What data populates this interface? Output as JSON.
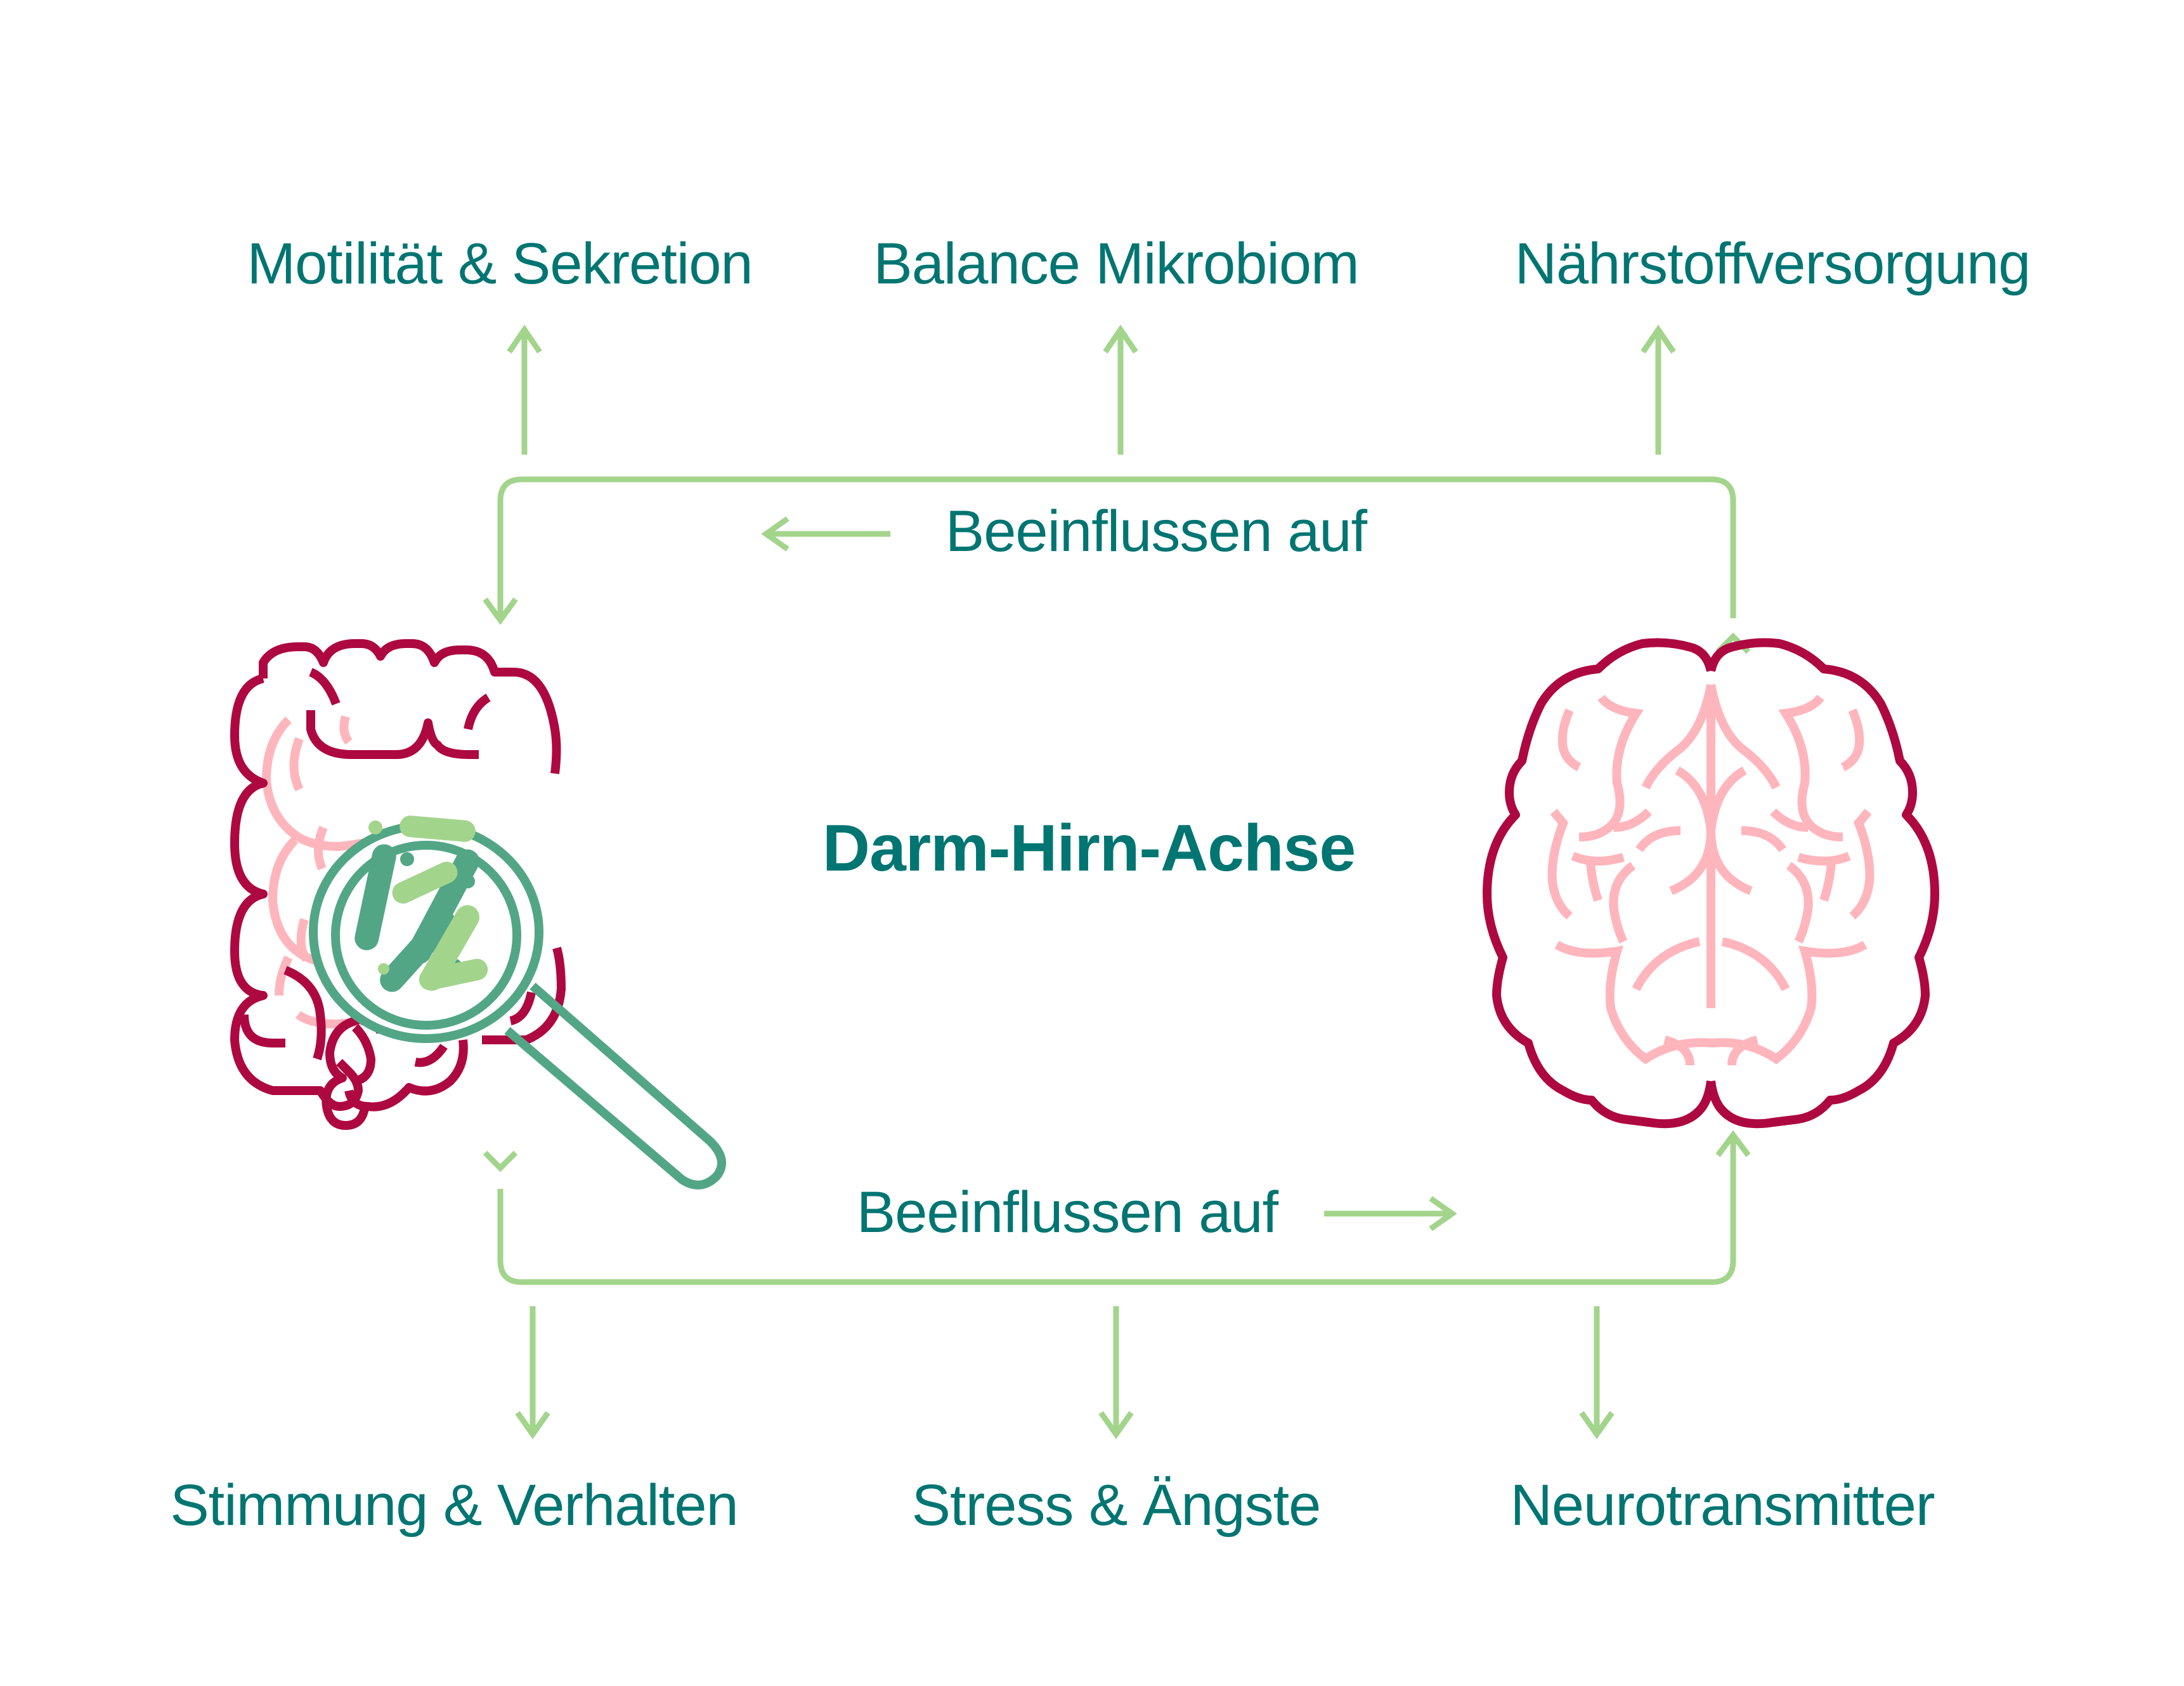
{
  "title": "Darm-Hirn-Achse",
  "top_labels": [
    "Motilität & Sekretion",
    "Balance Mikrobiom",
    "Nährstoffversorgung"
  ],
  "bottom_labels": [
    "Stimmung & Verhalten",
    "Stress & Ängste",
    "Neurotransmitter"
  ],
  "flows": {
    "brain_to_gut": {
      "label": "Beeinflussen auf",
      "direction": "left"
    },
    "gut_to_brain": {
      "label": "Beeinflussen auf",
      "direction": "right"
    }
  },
  "nodes": {
    "gut": "intestine-with-magnifier",
    "brain": "brain"
  },
  "colors": {
    "text": "#007572",
    "arrow": "#A3D48C",
    "organ_outline": "#AE0841",
    "organ_detail": "#FFB5BC",
    "magnifier": "#52A686",
    "bacteria_light": "#A3D48C"
  }
}
